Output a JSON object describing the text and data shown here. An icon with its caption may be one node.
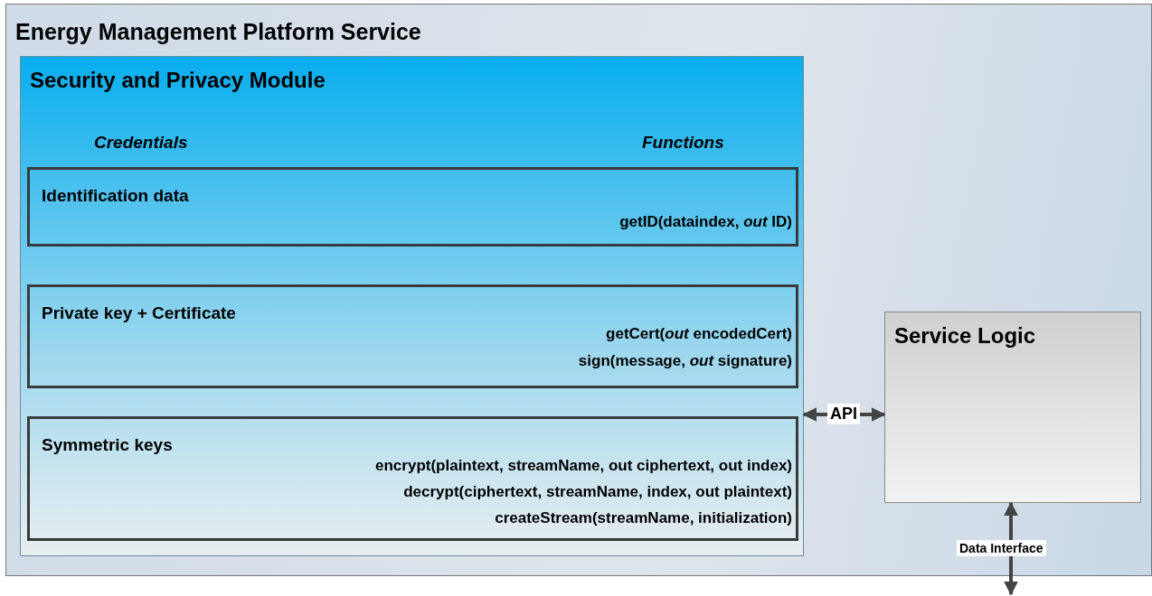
{
  "diagram": {
    "nodes": [
      {
        "text": [
          "Energy Management Platform Service"
        ]
      },
      {
        "text": [
          "Security and Privacy Module"
        ],
        "in": 0
      },
      {
        "text": [
          "Identification data",
          "getID(dataindex, *out* ID)"
        ],
        "in": 1
      },
      {
        "text": [
          "Private key + Certificate",
          "getCert(*out* encodedCert)",
          "sign(message, *out* signature)"
        ],
        "in": 1
      },
      {
        "text": [
          "Symmetric keys",
          "encrypt(plaintext, streamName, out ciphertext, out index)",
          "decrypt(ciphertext, streamName, index, out plaintext)",
          "createStream(streamName, initialization)"
        ],
        "in": 1
      },
      {
        "text": [
          "Service Logic"
        ],
        "in": 0
      }
    ],
    "edges": [
      {
        "from": 1,
        "to": 5,
        "arrow": "both",
        "label": "API"
      },
      {
        "from": 5,
        "to": null,
        "arrow": "both",
        "label": "Data Interface"
      }
    ],
    "labels": [
      "Credentials",
      "Functions"
    ]
  }
}
